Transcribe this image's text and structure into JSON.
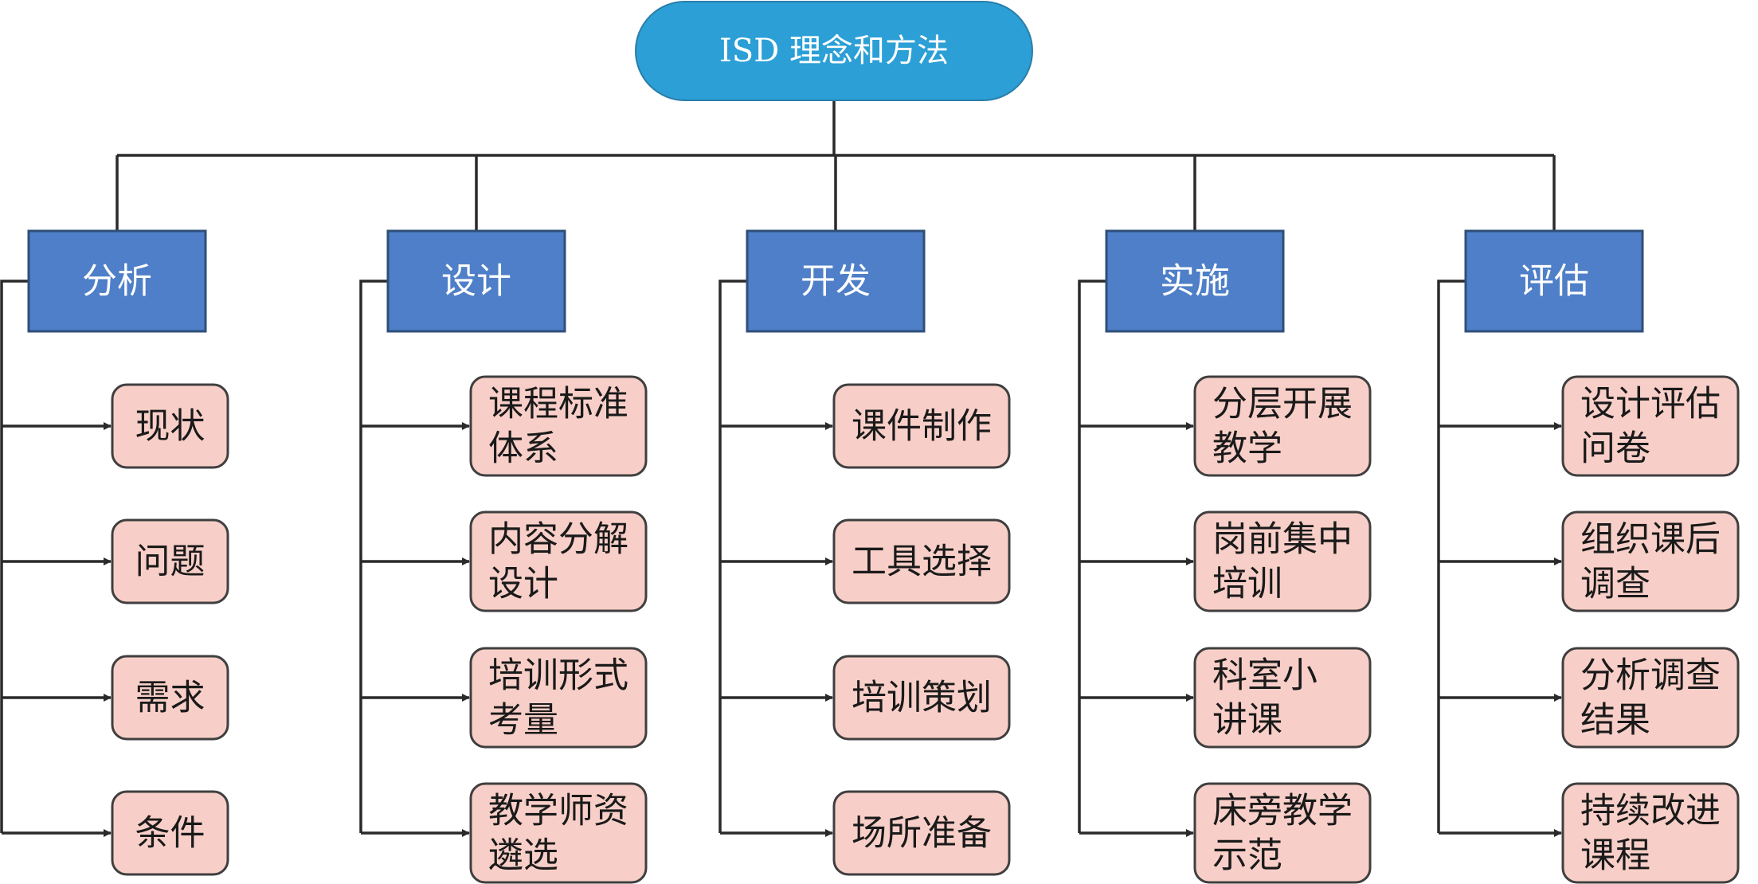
{
  "root": {
    "label": "ISD 理念和方法"
  },
  "colors": {
    "root_fill": "#2b9fd6",
    "category_fill": "#4e7fc8",
    "item_fill": "#f8cfc8",
    "line": "#2a2a2a"
  },
  "categories": [
    {
      "id": "analysis",
      "label": "分析",
      "items": [
        [
          "现状"
        ],
        [
          "问题"
        ],
        [
          "需求"
        ],
        [
          "条件"
        ]
      ]
    },
    {
      "id": "design",
      "label": "设计",
      "items": [
        [
          "课程标准",
          "体系"
        ],
        [
          "内容分解",
          "设计"
        ],
        [
          "培训形式",
          "考量"
        ],
        [
          "教学师资",
          "遴选"
        ]
      ]
    },
    {
      "id": "development",
      "label": "开发",
      "items": [
        [
          "课件制作"
        ],
        [
          "工具选择"
        ],
        [
          "培训策划"
        ],
        [
          "场所准备"
        ]
      ]
    },
    {
      "id": "implementation",
      "label": "实施",
      "items": [
        [
          "分层开展",
          "教学"
        ],
        [
          "岗前集中",
          "培训"
        ],
        [
          "科室小",
          "讲课"
        ],
        [
          "床旁教学",
          "示范"
        ]
      ]
    },
    {
      "id": "evaluation",
      "label": "评估",
      "items": [
        [
          "设计评估",
          "问卷"
        ],
        [
          "组织课后",
          "调查"
        ],
        [
          "分析调查",
          "结果"
        ],
        [
          "持续改进",
          "课程"
        ]
      ]
    }
  ]
}
